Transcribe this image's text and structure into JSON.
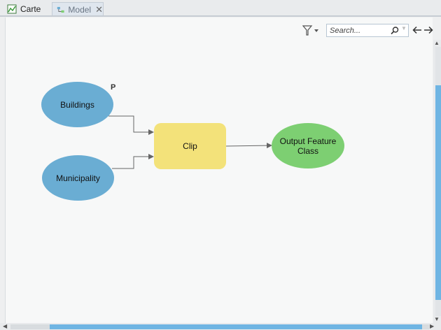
{
  "tabs": [
    {
      "label": "Carte",
      "icon": "map-icon"
    },
    {
      "label": "Model",
      "icon": "model-icon",
      "active": true
    }
  ],
  "toolbar": {
    "filter_icon": "filter-icon",
    "search_placeholder": "Search...",
    "search_value": ""
  },
  "model": {
    "nodes": {
      "buildings": {
        "label": "Buildings",
        "parameter_badge": "P",
        "color": "#6aadd3"
      },
      "municipality": {
        "label": "Municipality",
        "color": "#6aadd3"
      },
      "clip": {
        "label": "Clip",
        "color": "#f3e27a"
      },
      "output": {
        "label": "Output Feature Class",
        "color": "#7dcf72"
      }
    }
  },
  "colors": {
    "accent": "#6fb5e3",
    "connector": "#666666"
  }
}
